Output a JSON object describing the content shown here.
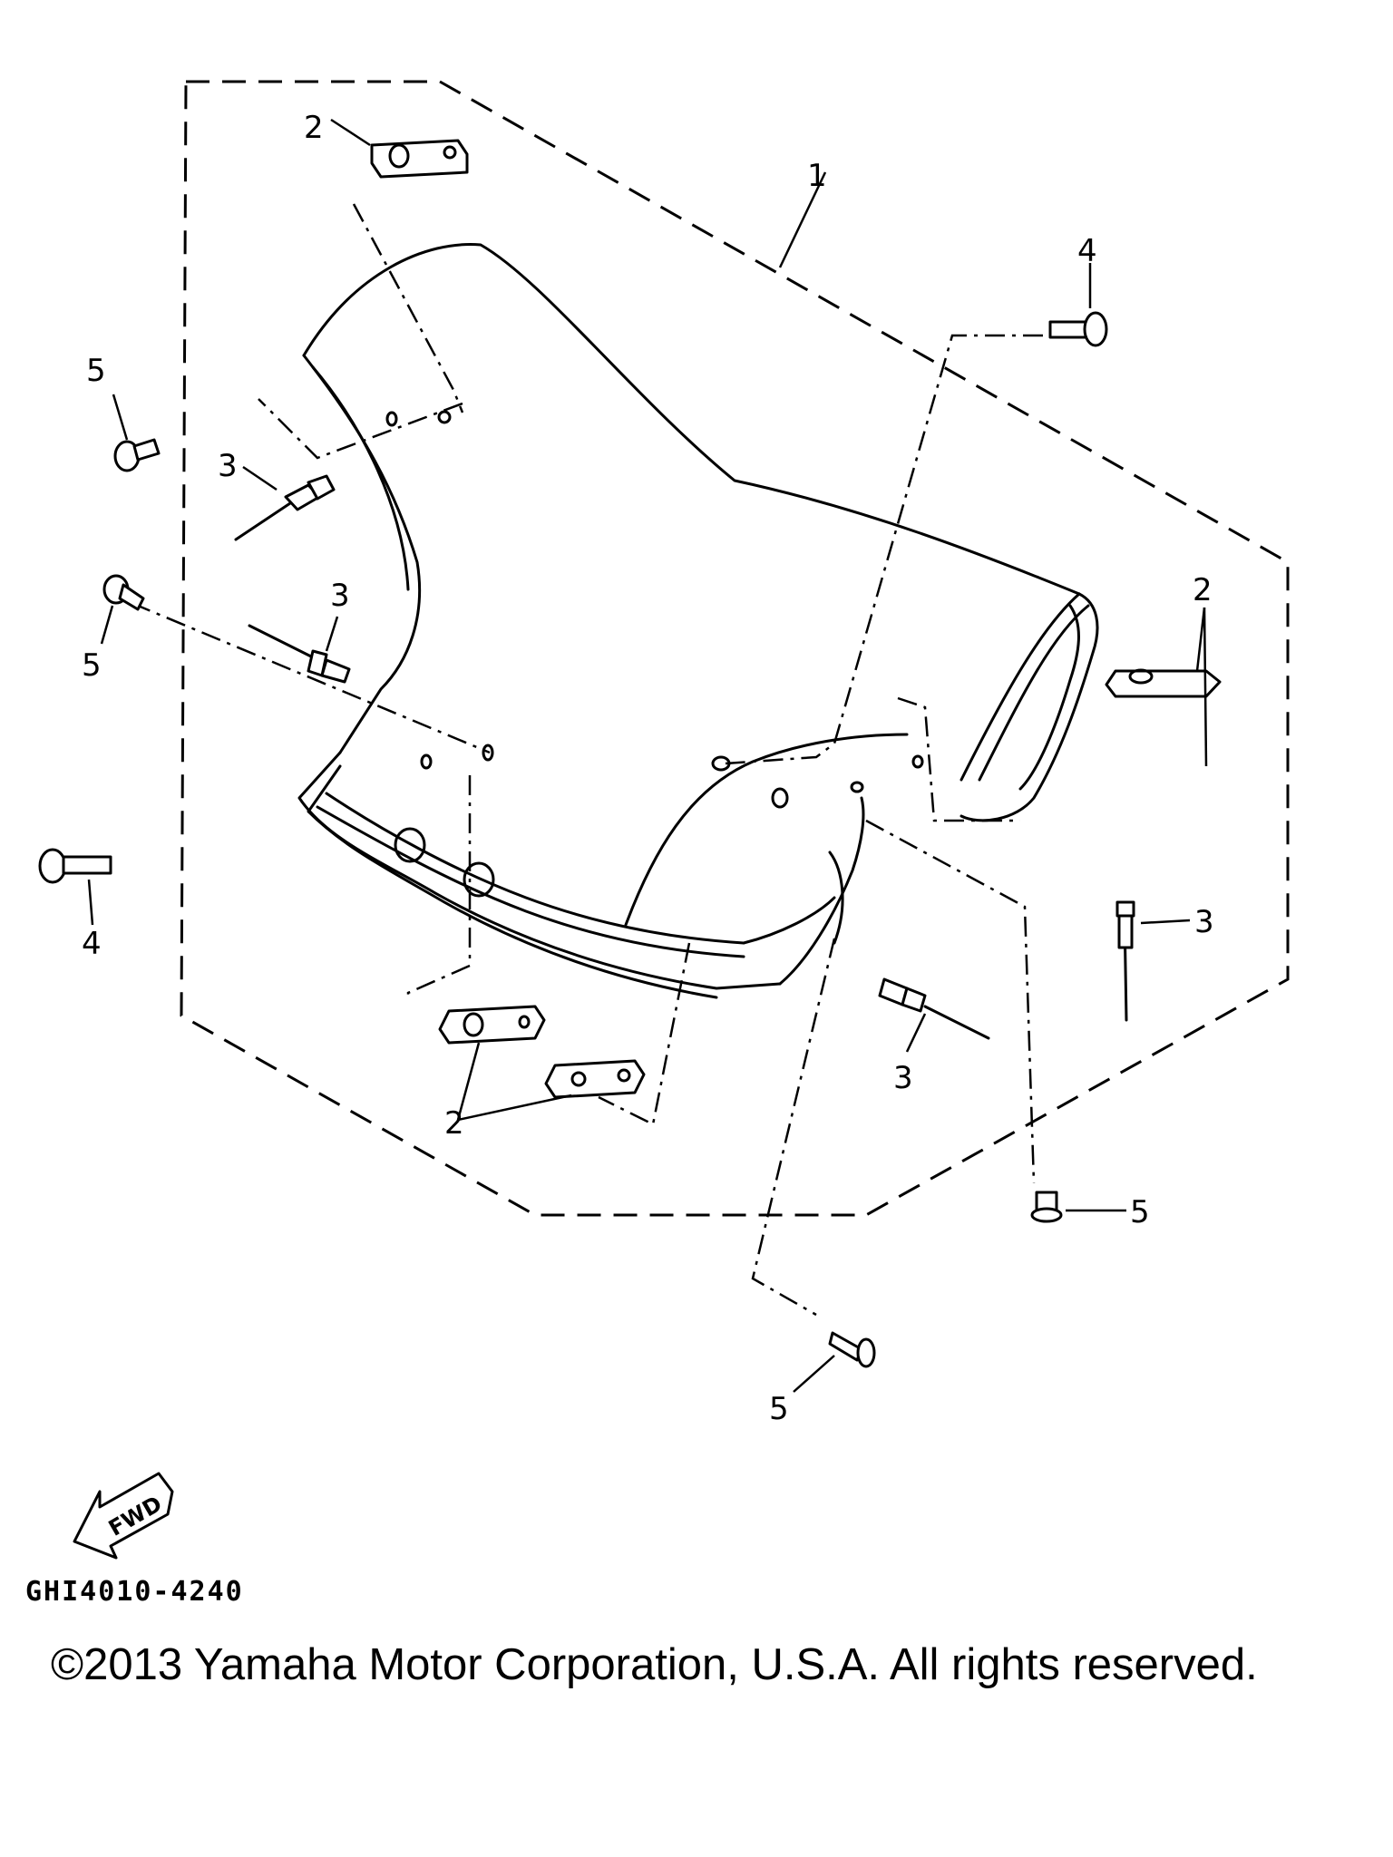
{
  "callouts": {
    "c1": "1",
    "c2a": "2",
    "c2b": "2",
    "c2c": "2",
    "c3a": "3",
    "c3b": "3",
    "c3c": "3",
    "c3d": "3",
    "c4a": "4",
    "c4b": "4",
    "c5a": "5",
    "c5b": "5",
    "c5c": "5",
    "c5d": "5"
  },
  "fwd_label": "FWD",
  "doc_code": "GHI4010-4240",
  "copyright": "©2013 Yamaha Motor Corporation, U.S.A. All rights reserved."
}
